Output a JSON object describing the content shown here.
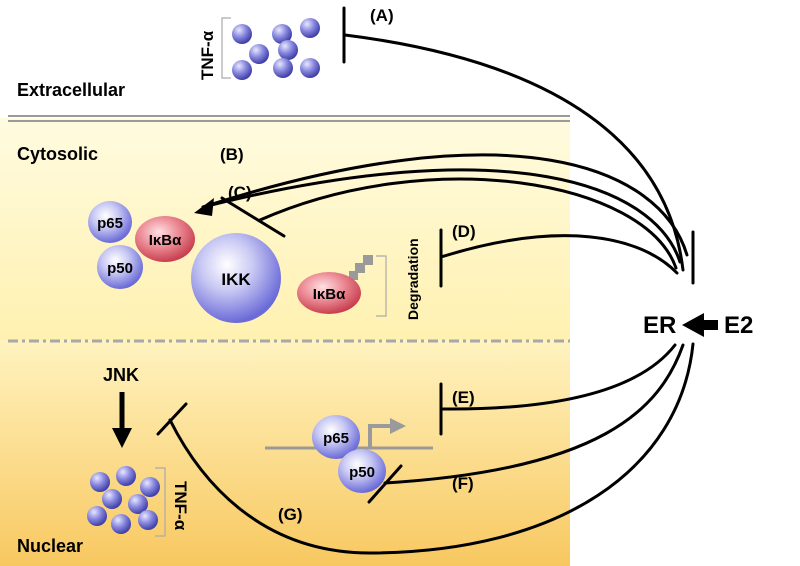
{
  "regions": {
    "extracellular": "Extracellular",
    "cytosolic": "Cytosolic",
    "nuclear": "Nuclear"
  },
  "ligands": {
    "tnf_top": "TNF-α",
    "tnf_bottom": "TNF-α"
  },
  "proteins": {
    "p65_cyto": "p65",
    "p50_cyto": "p50",
    "ikba_cyto": "IκBα",
    "ikk": "IKK",
    "ikba_free": "IκBα",
    "jnk": "JNK",
    "p65_nuc": "p65",
    "p50_nuc": "p50"
  },
  "labels": {
    "degradation": "Degradation",
    "er": "ER",
    "e2": "E2"
  },
  "pathways": {
    "a": "(A)",
    "b": "(B)",
    "c": "(C)",
    "d": "(D)",
    "e": "(E)",
    "f": "(F)",
    "g": "(G)"
  },
  "colors": {
    "cytosol_band": "#FFF6C0",
    "nucleus_band": "#FBD67A",
    "blue_protein": "#B8B8EE",
    "red_protein": "#E8707A",
    "membrane": "#9A9A9A"
  }
}
